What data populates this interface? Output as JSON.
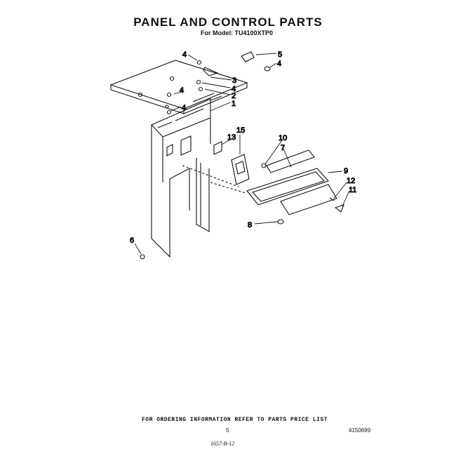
{
  "header": {
    "title": "PANEL AND CONTROL PARTS",
    "subtitle": "For Model: TU4100XTP0"
  },
  "callouts": [
    {
      "id": "c4a",
      "label": "4"
    },
    {
      "id": "c5",
      "label": "5"
    },
    {
      "id": "c4b",
      "label": "4"
    },
    {
      "id": "c3",
      "label": "3"
    },
    {
      "id": "c4c",
      "label": "4"
    },
    {
      "id": "c4d",
      "label": "4"
    },
    {
      "id": "c2",
      "label": "2"
    },
    {
      "id": "c4e",
      "label": "4"
    },
    {
      "id": "c1",
      "label": "1"
    },
    {
      "id": "c13",
      "label": "13"
    },
    {
      "id": "c15",
      "label": "15"
    },
    {
      "id": "c10",
      "label": "10"
    },
    {
      "id": "c7",
      "label": "7"
    },
    {
      "id": "c9",
      "label": "9"
    },
    {
      "id": "c12",
      "label": "12"
    },
    {
      "id": "c11",
      "label": "11"
    },
    {
      "id": "c8",
      "label": "8"
    },
    {
      "id": "c6",
      "label": "6"
    }
  ],
  "footer": {
    "note": "FOR ORDERING INFORMATION REFER TO PARTS PRICE LIST",
    "page": "5",
    "doc_number": "4150699",
    "stamp": "1657-B-12"
  }
}
